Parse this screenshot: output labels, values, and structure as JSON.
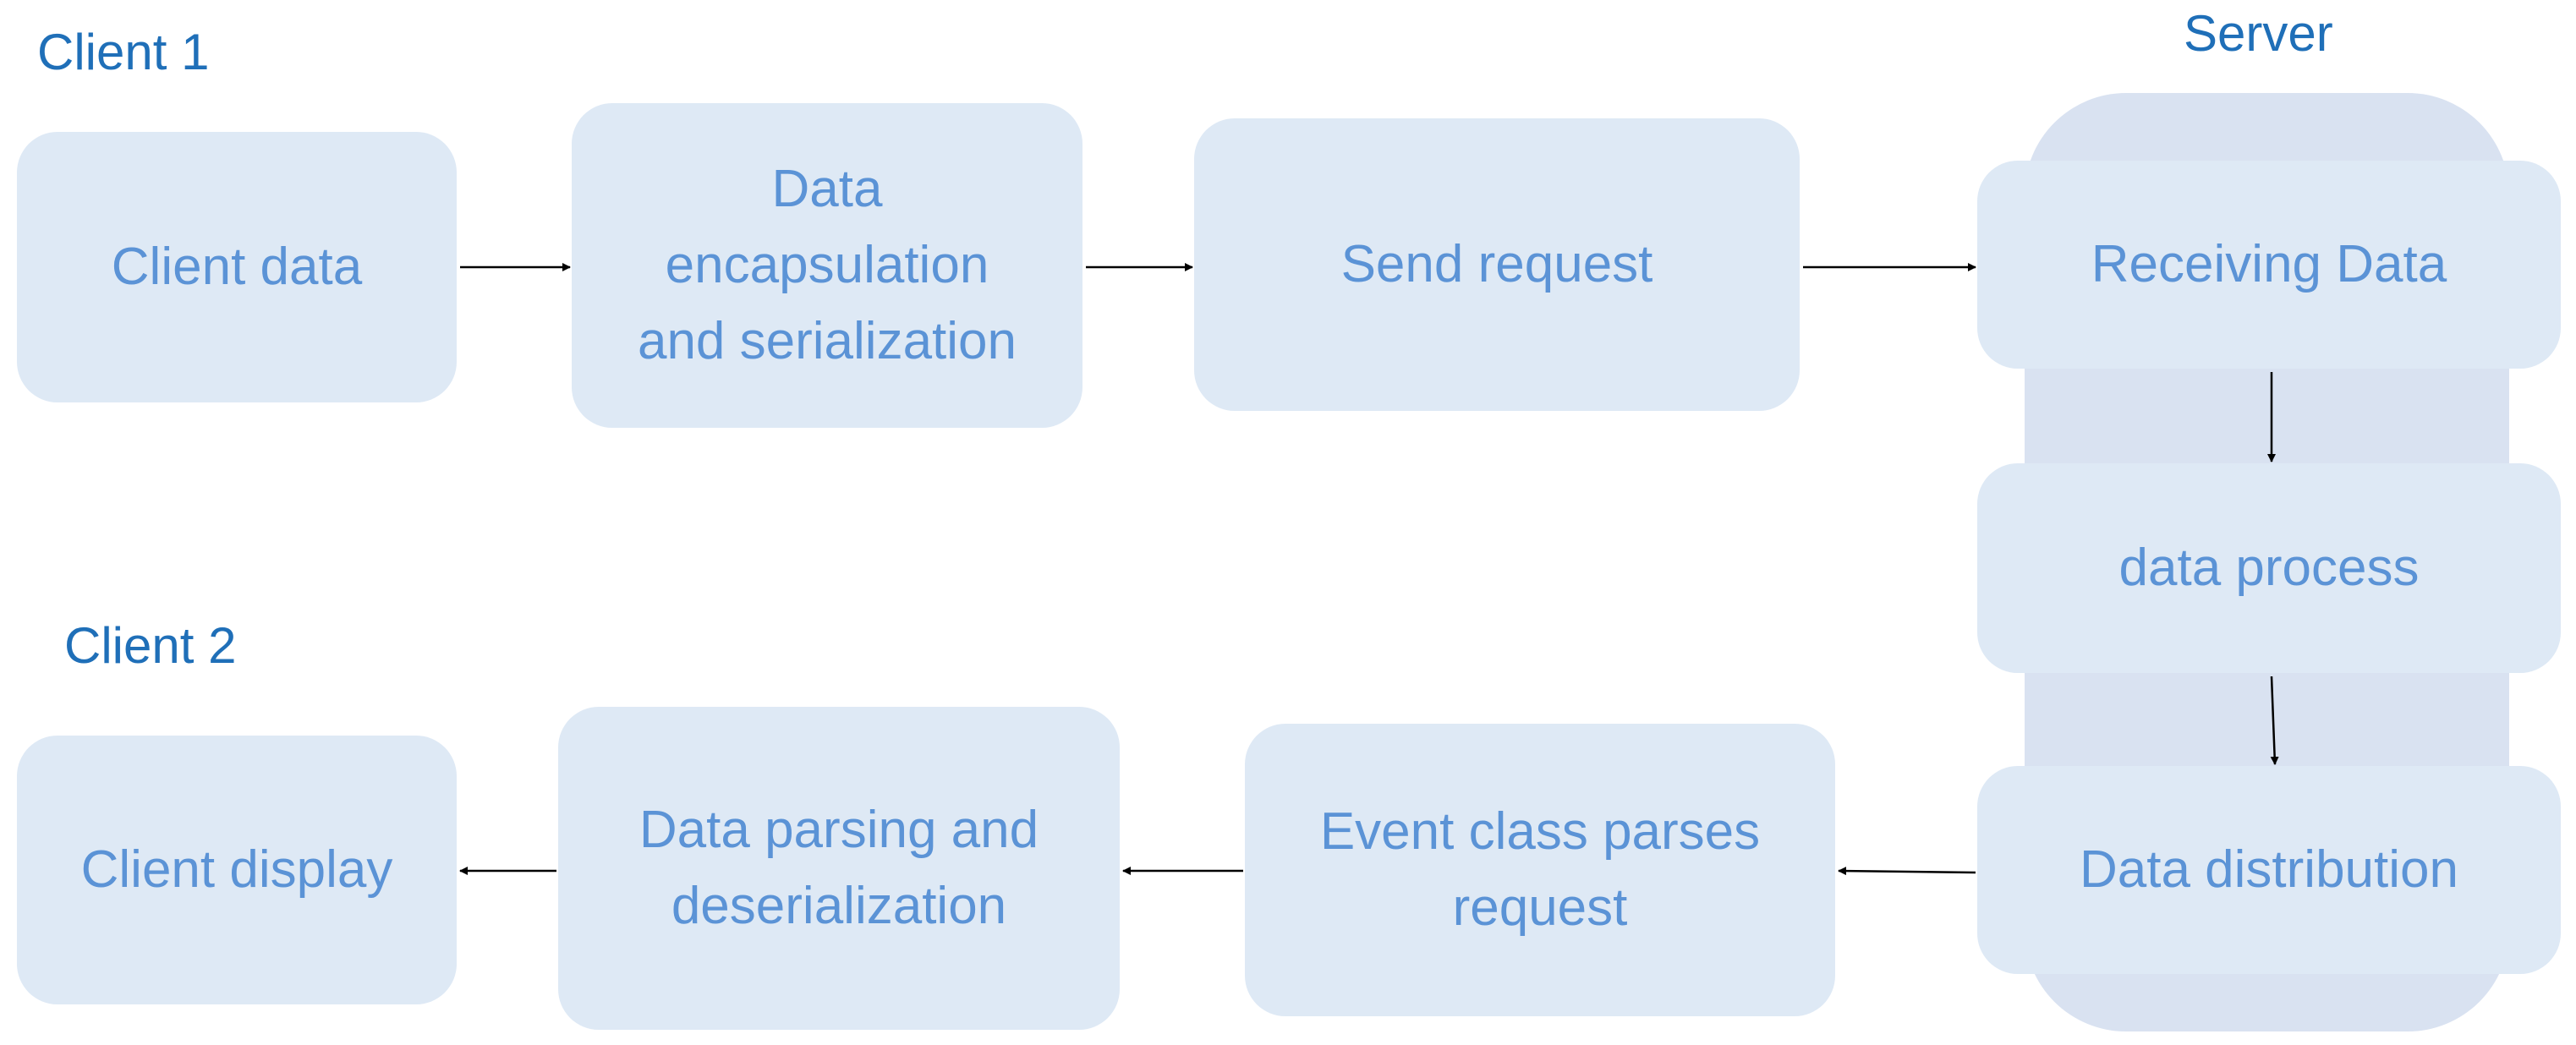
{
  "groups": {
    "client1": "Client 1",
    "server": "Server",
    "client2": "Client 2"
  },
  "nodes": {
    "client_data": "Client data",
    "data_encapsulation": "Data encapsulation and serialization",
    "send_request": "Send request",
    "receiving_data": "Receiving Data",
    "data_process": "data process",
    "data_distribution": "Data distribution",
    "event_class": "Event class parses request",
    "data_parsing": "Data parsing and deserialization",
    "client_display": "Client display"
  },
  "colors": {
    "group_label": "#1f6fb8",
    "node_fill": "#dee9f5",
    "node_text": "#5b93d6",
    "server_panel": "#d9e2f1",
    "arrow": "#000000"
  }
}
